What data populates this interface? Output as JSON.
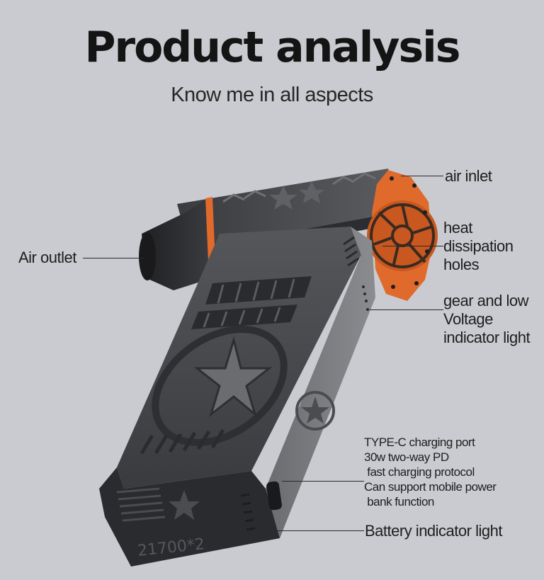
{
  "header": {
    "title": "Product analysis",
    "subtitle": "Know me in all aspects"
  },
  "product": {
    "battery_marking": "21700*2"
  },
  "callouts": {
    "air_inlet": "air inlet",
    "heat_dissipation": [
      "heat",
      "dissipation",
      "holes"
    ],
    "air_outlet": "Air outlet",
    "gear_indicator": [
      "gear and low",
      "Voltage",
      "indicator light"
    ],
    "typec": [
      "TYPE-C charging port",
      "30w two-way PD",
      " fast charging protocol",
      "Can support mobile power",
      " bank function"
    ],
    "battery_light": "Battery indicator light"
  },
  "colors": {
    "background": "#c9cbd0",
    "body": "#3c3d40",
    "accent": "#e06a2c"
  }
}
